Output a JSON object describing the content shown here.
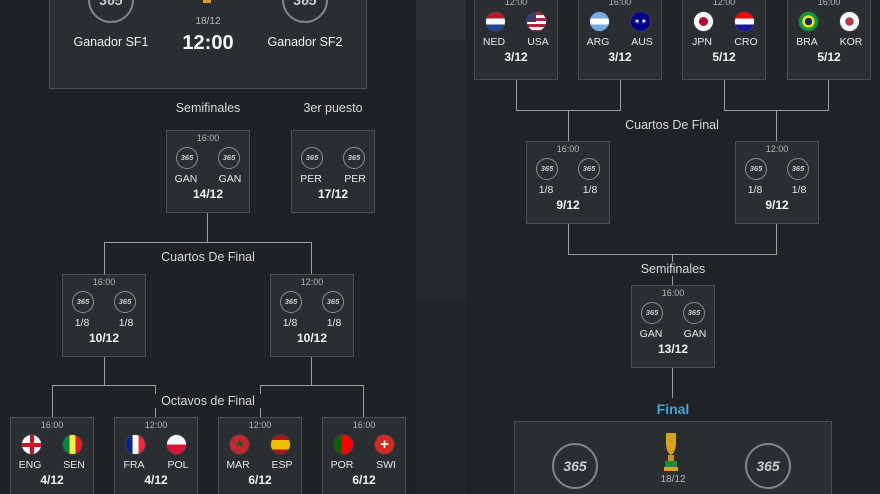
{
  "left": {
    "final_box": {
      "date": "18/12",
      "time": "12:00",
      "team1": "Ganador SF1",
      "team2": "Ganador SF2"
    },
    "labels": {
      "semis": "Semifinales",
      "third": "3er puesto",
      "quarters": "Cuartos De Final",
      "octavos": "Octavos de Final"
    },
    "semi": {
      "time": "16:00",
      "c1": "GAN",
      "c2": "GAN",
      "date": "14/12"
    },
    "third_match": {
      "time": "",
      "c1": "PER",
      "c2": "PER",
      "date": "17/12"
    },
    "qf": [
      {
        "time": "16:00",
        "c1": "1/8",
        "c2": "1/8",
        "date": "10/12"
      },
      {
        "time": "12:00",
        "c1": "1/8",
        "c2": "1/8",
        "date": "10/12"
      }
    ],
    "r16": [
      {
        "time": "16:00",
        "c1": "ENG",
        "c2": "SEN",
        "date": "4/12"
      },
      {
        "time": "12:00",
        "c1": "FRA",
        "c2": "POL",
        "date": "4/12"
      },
      {
        "time": "12:00",
        "c1": "MAR",
        "c2": "ESP",
        "date": "6/12"
      },
      {
        "time": "16:00",
        "c1": "POR",
        "c2": "SWI",
        "date": "6/12"
      }
    ]
  },
  "right": {
    "r16": [
      {
        "time": "12:00",
        "c1": "NED",
        "c2": "USA",
        "date": "3/12"
      },
      {
        "time": "16:00",
        "c1": "ARG",
        "c2": "AUS",
        "date": "3/12"
      },
      {
        "time": "12:00",
        "c1": "JPN",
        "c2": "CRO",
        "date": "5/12"
      },
      {
        "time": "16:00",
        "c1": "BRA",
        "c2": "KOR",
        "date": "5/12"
      }
    ],
    "labels": {
      "quarters": "Cuartos De Final",
      "semis": "Semifinales",
      "final": "Final"
    },
    "qf": [
      {
        "time": "16:00",
        "c1": "1/8",
        "c2": "1/8",
        "date": "9/12"
      },
      {
        "time": "12:00",
        "c1": "1/8",
        "c2": "1/8",
        "date": "9/12"
      }
    ],
    "semi": {
      "time": "16:00",
      "c1": "GAN",
      "c2": "GAN",
      "date": "13/12"
    },
    "final_box": {
      "date": "18/12"
    }
  },
  "logo_text": "365",
  "accent_color": "#3fa9e0"
}
